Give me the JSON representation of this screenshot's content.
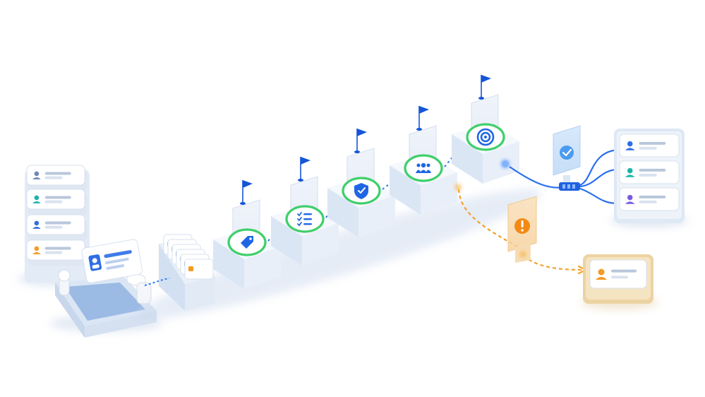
{
  "colors": {
    "background": "#ffffff",
    "module_face": "#f6f9fd",
    "module_side": "#dbe6f5",
    "accent_blue": "#1f66e5",
    "accent_green": "#3fcf6a",
    "warning_orange": "#f5a024",
    "flag_blue": "#1556d8",
    "card_icon_blue": "#2f6fe4",
    "card_icon_teal": "#19b4a9",
    "card_icon_purple": "#7a5be0",
    "card_icon_orange": "#f59a23",
    "tray_gold": "#e9c98d"
  },
  "input_stack": {
    "cards": [
      {
        "icon": "user-icon",
        "color": "#6e86b8"
      },
      {
        "icon": "user-icon",
        "color": "#19b4a9"
      },
      {
        "icon": "user-icon",
        "color": "#2f6fe4"
      },
      {
        "icon": "user-icon",
        "color": "#f59a23"
      }
    ]
  },
  "pipeline_stages": [
    {
      "id": "tag",
      "icon": "tag-icon"
    },
    {
      "id": "checklist",
      "icon": "checklist-icon"
    },
    {
      "id": "shield",
      "icon": "shield-check-icon"
    },
    {
      "id": "team",
      "icon": "team-icon"
    },
    {
      "id": "target",
      "icon": "target-icon"
    }
  ],
  "approved_panel": {
    "icon": "check-icon"
  },
  "warning_panel": {
    "icon": "exclamation-icon"
  },
  "output_cards": [
    {
      "icon": "user-icon",
      "color": "#2f6fe4"
    },
    {
      "icon": "user-icon",
      "color": "#19b4a9"
    },
    {
      "icon": "user-icon",
      "color": "#7a5be0"
    }
  ],
  "flagged_card": {
    "icon": "user-icon",
    "color": "#f59a23"
  }
}
